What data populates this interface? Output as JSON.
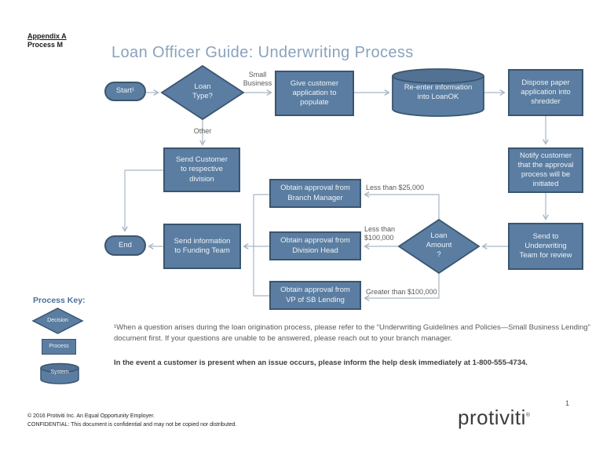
{
  "page": {
    "appendix": {
      "line1": "Appendix A",
      "line2": "Process M"
    },
    "title": "Loan Officer Guide: Underwriting Process"
  },
  "flowchart": {
    "nodes": {
      "start": "Start¹",
      "loan_type": "Loan\nType?",
      "give_customer": "Give customer\napplication to\npopulate",
      "loanok": "Re-enter information\ninto LoanOK",
      "dispose": "Dispose paper\napplication into\nshredder",
      "send_customer": "Send Customer\nto respective\ndivision",
      "notify": "Notify customer\nthat the approval\nprocess will be\ninitiated",
      "branch_manager": "Obtain approval from\nBranch Manager",
      "underwriting": "Send to\nUnderwriting\nTeam for review",
      "loan_amount": "Loan\nAmount\n?",
      "division_head": "Obtain approval from\nDivision Head",
      "funding_team": "Send information\nto Funding Team",
      "end": "End",
      "vp_lending": "Obtain approval from\nVP of SB Lending"
    },
    "edge_labels": {
      "small_business": "Small\nBusiness",
      "other": "Other",
      "less_25k": "Less than $25,000",
      "less_100k": "Less than\n$100,000",
      "greater_100k": "Greater than $100,000"
    }
  },
  "process_key": {
    "title": "Process Key:",
    "decision": "Decision",
    "process": "Process",
    "system": "System"
  },
  "notes": {
    "footnote": "¹When a question arises during the loan origination process, please refer to the “Underwriting Guidelines and Policies—Small Business Lending” document first. If your questions are unable to be answered, please reach out to your branch manager.",
    "notice": "In the event a customer is present when an issue occurs, please inform the help desk immediately at 1-800-555-4734."
  },
  "footer": {
    "copyright": "© 2016 Protiviti Inc. An Equal Opportunity Employer.",
    "confidential": "CONFIDENTIAL: This document is confidential and may not be copied nor distributed.",
    "logo": "protiviti",
    "logo_mark": "®",
    "page_number": "1"
  },
  "colors": {
    "shape_fill": "#5b7da1",
    "shape_border": "#3a5670",
    "connector": "#a7b6c7",
    "title": "#8aa2bd"
  }
}
